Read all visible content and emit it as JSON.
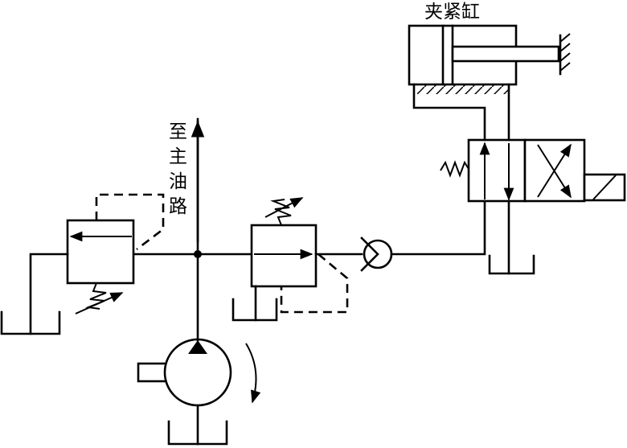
{
  "labels": {
    "clamp_cylinder": "夹紧缸",
    "to_main_circuit": [
      "至",
      "主",
      "油",
      "路"
    ]
  }
}
